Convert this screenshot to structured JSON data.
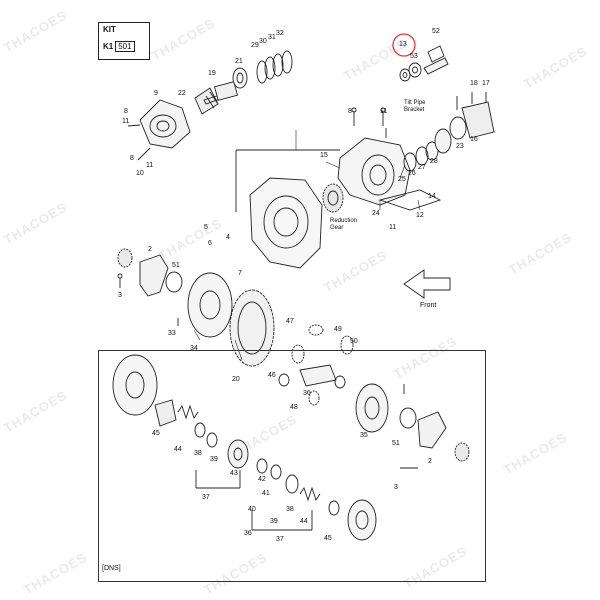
{
  "kit": {
    "title": "KIT",
    "row_label": "K1",
    "row_code": "501"
  },
  "frame_label": "[DNS]",
  "watermark_text": "THACOES",
  "notes": {
    "tilt_pipe_line1": "Tilt Pipe",
    "tilt_pipe_line2": "Bracket",
    "reduction_line1": "Reduction",
    "reduction_line2": "Gear",
    "front": "Front"
  },
  "highlight": {
    "part": "13",
    "color": "#e53935"
  },
  "part_numbers": [
    "52",
    "13",
    "53",
    "8",
    "17",
    "29",
    "30",
    "31",
    "32",
    "21",
    "19",
    "22",
    "9",
    "8",
    "11",
    "10",
    "11",
    "25",
    "15",
    "26",
    "27",
    "28",
    "23",
    "16",
    "14",
    "24",
    "12",
    "11",
    "8",
    "11",
    "5",
    "4",
    "2",
    "51",
    "3",
    "33",
    "34",
    "20",
    "47",
    "49",
    "50",
    "46",
    "48",
    "36",
    "35",
    "51",
    "2",
    "3",
    "45",
    "44",
    "38",
    "39",
    "43",
    "42",
    "41",
    "40",
    "37",
    "44",
    "38",
    "39",
    "36",
    "37",
    "45",
    "18",
    "6",
    "7"
  ],
  "colors": {
    "line": "#222222",
    "frame": "#333333",
    "highlight": "#e53935"
  }
}
